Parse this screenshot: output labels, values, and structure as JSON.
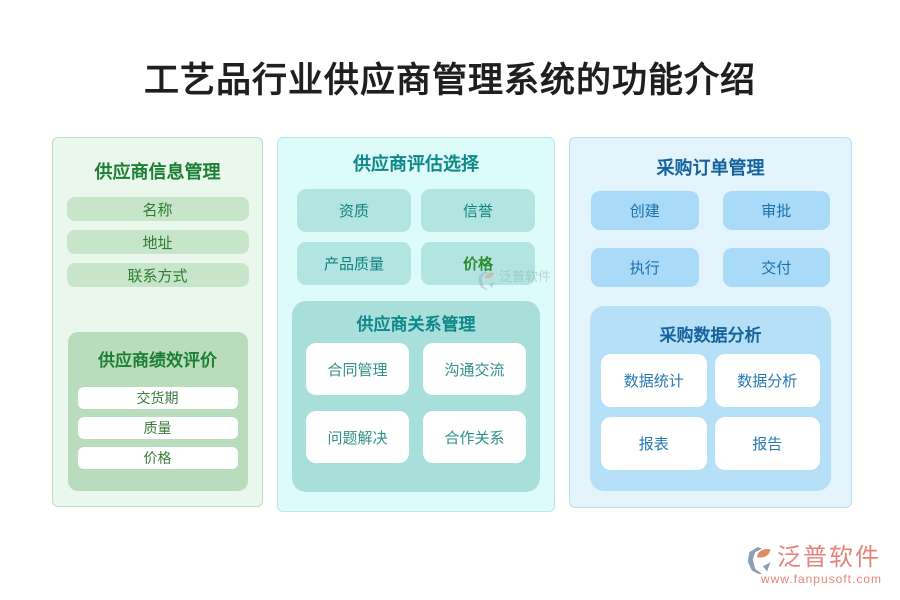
{
  "page": {
    "title": "工艺品行业供应商管理系统的功能介绍"
  },
  "panels": [
    {
      "id": "supplier-info",
      "header": "供应商信息管理",
      "items": [
        "名称",
        "地址",
        "联系方式"
      ],
      "subcard": {
        "header": "供应商绩效评价",
        "items": [
          "交货期",
          "质量",
          "价格"
        ]
      }
    },
    {
      "id": "supplier-evaluation",
      "header": "供应商评估选择",
      "items": [
        "资质",
        "信誉",
        "产品质量",
        "价格"
      ],
      "subcard": {
        "header": "供应商关系管理",
        "items": [
          "合同管理",
          "沟通交流",
          "问题解决",
          "合作关系"
        ]
      }
    },
    {
      "id": "purchase-order",
      "header": "采购订单管理",
      "items": [
        "创建",
        "审批",
        "执行",
        "交付"
      ],
      "subcard": {
        "header": "采购数据分析",
        "items": [
          "数据统计",
          "数据分析",
          "报表",
          "报告"
        ]
      }
    }
  ],
  "watermark": {
    "brand": "泛普软件"
  },
  "footer": {
    "brand": "泛普软件",
    "url": "www.fanpusoft.com"
  },
  "colors": {
    "title_text": "#1f1f1f",
    "green_panel_bg": "#eaf7ec",
    "green_panel_border": "#badfbe",
    "green_header": "#1e7e34",
    "green_btn_bg": "#c7e5c8",
    "green_btn_text": "#2e7d32",
    "green_sub_bg": "#b9ddbc",
    "green_sub_btn_text": "#3a7a3e",
    "teal_panel_bg": "#defbfb",
    "teal_panel_border": "#b5e8e8",
    "teal_header": "#0e8888",
    "teal_btn_bg": "#b2e5e1",
    "teal_btn_text": "#128080",
    "teal_sub_bg": "#a9dfdb",
    "teal_sub_btn_text": "#2f8f8a",
    "blue_panel_bg": "#e4f4fd",
    "blue_panel_border": "#bfdcef",
    "blue_header": "#15639d",
    "blue_btn_bg": "#a9dbf8",
    "blue_btn_text": "#1a6fae",
    "blue_sub_bg": "#b6e0f8",
    "blue_sub_btn_text": "#2679b5",
    "price_accent": "#2e8b2e",
    "brand_text": "#e5837a",
    "logo_gray": "#8e9fb3",
    "logo_salmon": "#e08a66"
  }
}
